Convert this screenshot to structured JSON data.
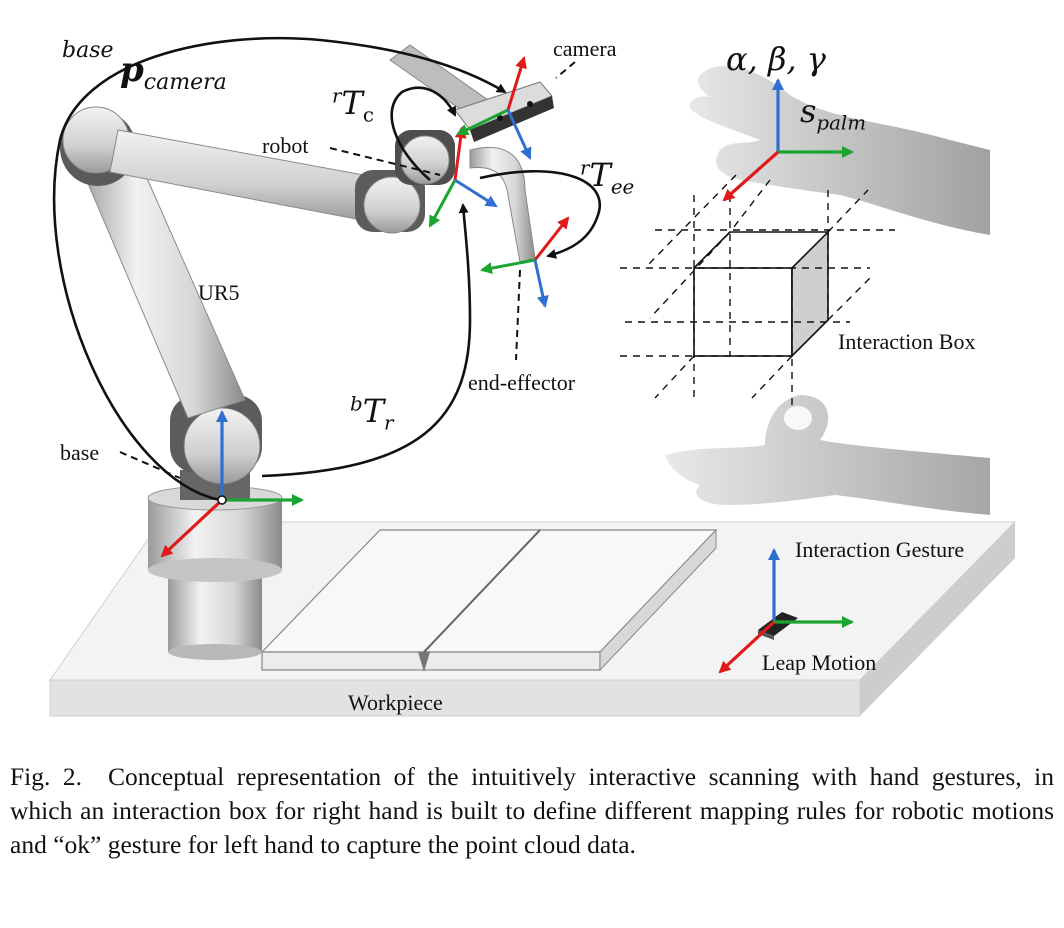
{
  "figure": {
    "labels": {
      "camera": "camera",
      "robot": "robot",
      "ur5": "UR5",
      "base": "base",
      "end_effector": "end-effector",
      "interaction_box": "Interaction Box",
      "interaction_gesture": "Interaction Gesture",
      "leap_motion": "Leap Motion",
      "workpiece": "Workpiece"
    },
    "math": {
      "p_camera_sup": "base",
      "p_camera_main": "p",
      "p_camera_sub": "camera",
      "rTc_sup": "r",
      "rTc_main": "T",
      "rTc_sub": "c",
      "rTee_sup": "r",
      "rTee_main": "T",
      "rTee_sub": "ee",
      "bTr_sup": "b",
      "bTr_main": "T",
      "bTr_sub": "r",
      "angles": "α, β, γ",
      "s_palm_main": "s",
      "s_palm_sub": "palm"
    },
    "axis_colors": {
      "x": "#1aa531",
      "y": "#e01a1a",
      "z": "#2f6fd0"
    }
  },
  "caption": {
    "number": "Fig. 2.",
    "text": "Conceptual representation of the intuitively interactive scanning with hand gestures, in which an interaction box for right hand is built to define different mapping rules for robotic motions and “ok” gesture for left hand to capture the point cloud data."
  }
}
